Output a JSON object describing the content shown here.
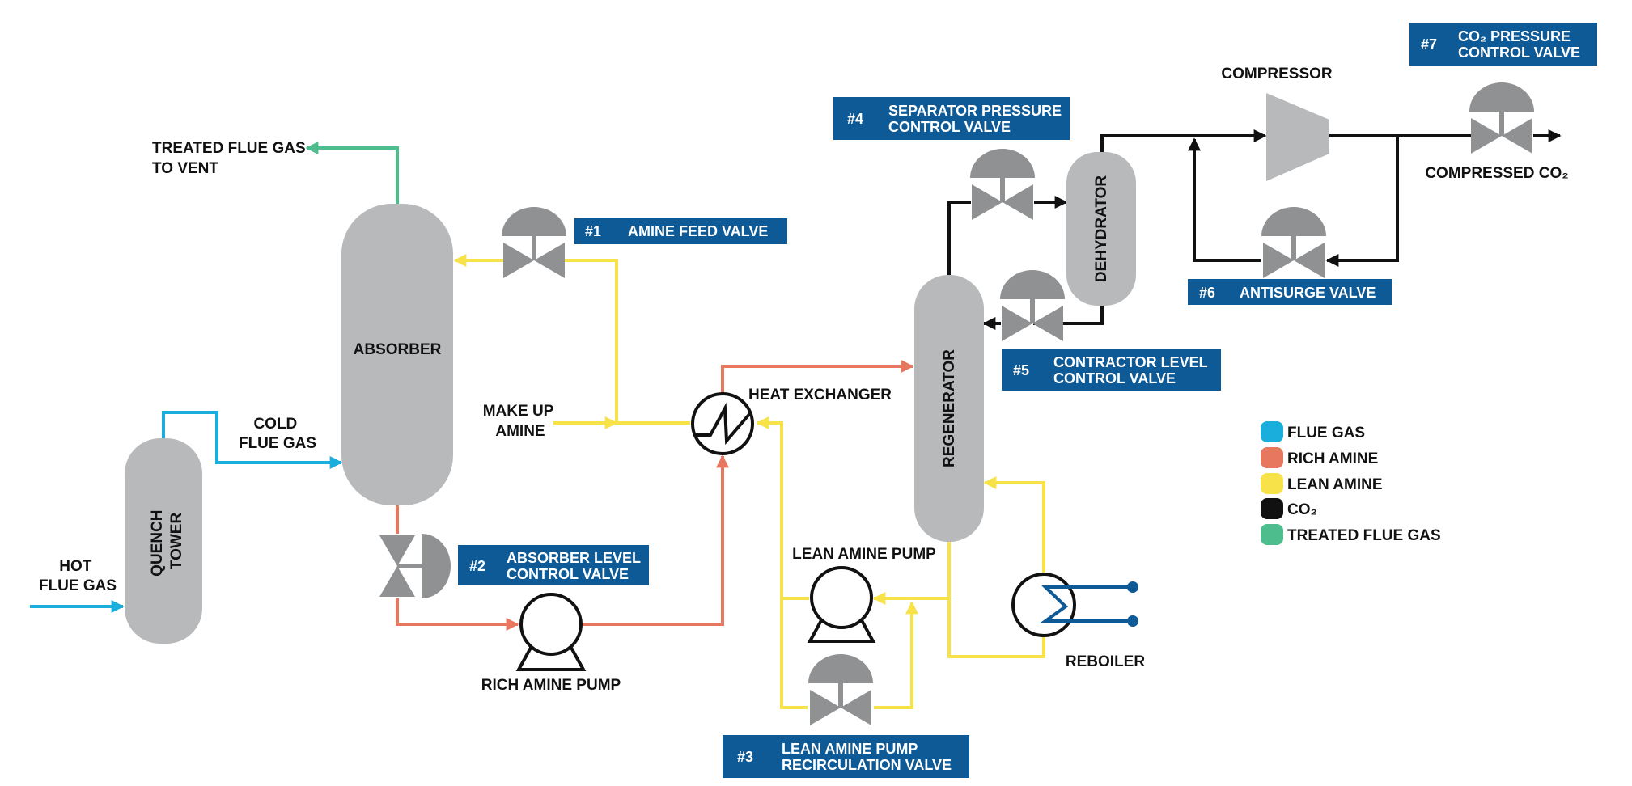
{
  "colors": {
    "flue_gas": "#1aaedc",
    "rich_amine": "#e8775f",
    "lean_amine": "#f7e24a",
    "co2": "#111111",
    "treated_flue_gas": "#4dbd8d",
    "equipment": "#b7b9bb",
    "tag_bg": "#0e5a96"
  },
  "equipment": {
    "absorber": "ABSORBER",
    "quench_tower": [
      "QUENCH",
      "TOWER"
    ],
    "regenerator": "REGENERATOR",
    "dehydrator": "DEHYDRATOR",
    "compressor": "COMPRESSOR",
    "heat_exchanger": "HEAT EXCHANGER",
    "reboiler": "REBOILER",
    "rich_amine_pump": "RICH AMINE PUMP",
    "lean_amine_pump": "LEAN AMINE PUMP"
  },
  "stream_labels": {
    "treated_flue_gas": [
      "TREATED FLUE GAS",
      "TO VENT"
    ],
    "cold_flue_gas": [
      "COLD",
      "FLUE GAS"
    ],
    "hot_flue_gas": [
      "HOT",
      "FLUE GAS"
    ],
    "make_up_amine": [
      "MAKE UP",
      "AMINE"
    ],
    "compressed_co2": "COMPRESSED CO₂"
  },
  "valve_tags": [
    {
      "num": "#1",
      "lines": [
        "AMINE FEED VALVE"
      ]
    },
    {
      "num": "#2",
      "lines": [
        "ABSORBER LEVEL",
        "CONTROL VALVE"
      ]
    },
    {
      "num": "#3",
      "lines": [
        "LEAN AMINE PUMP",
        "RECIRCULATION VALVE"
      ]
    },
    {
      "num": "#4",
      "lines": [
        "SEPARATOR PRESSURE",
        "CONTROL VALVE"
      ]
    },
    {
      "num": "#5",
      "lines": [
        "CONTRACTOR LEVEL",
        "CONTROL VALVE"
      ]
    },
    {
      "num": "#6",
      "lines": [
        "ANTISURGE VALVE"
      ]
    },
    {
      "num": "#7",
      "lines": [
        "CO₂ PRESSURE",
        "CONTROL VALVE"
      ]
    }
  ],
  "legend": [
    {
      "label": "FLUE GAS",
      "color": "#1aaedc"
    },
    {
      "label": "RICH AMINE",
      "color": "#e8775f"
    },
    {
      "label": "LEAN AMINE",
      "color": "#f7e24a"
    },
    {
      "label": "CO₂",
      "color": "#111111"
    },
    {
      "label": "TREATED FLUE GAS",
      "color": "#4dbd8d"
    }
  ]
}
